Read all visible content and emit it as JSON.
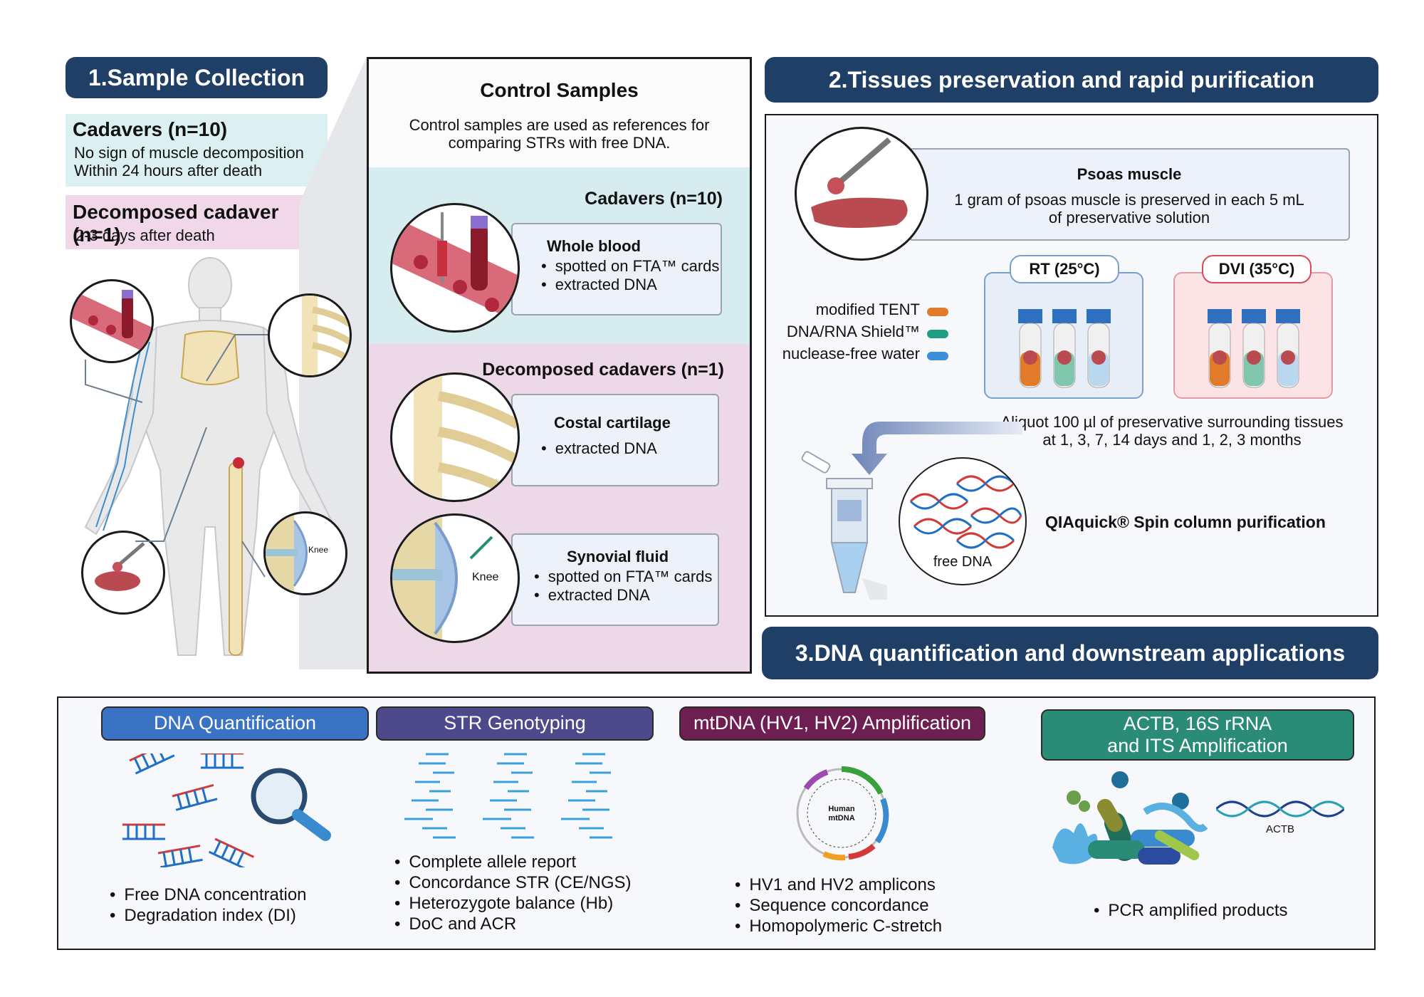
{
  "section1": {
    "title": "1.Sample Collection",
    "cadavers": {
      "heading": "Cadavers (n=10)",
      "line1": "No sign of muscle decomposition",
      "line2": "Within 24 hours after death"
    },
    "decomposed": {
      "heading": "Decomposed cadaver (n=1)",
      "line1": "2-3 days after death"
    },
    "knee_label": "Knee"
  },
  "control": {
    "title": "Control Samples",
    "desc1": "Control samples are used as references for",
    "desc2": "comparing STRs with free DNA.",
    "cadavers_heading": "Cadavers (n=10)",
    "whole_blood": {
      "title": "Whole blood",
      "items": [
        "spotted on FTA™ cards",
        "extracted DNA"
      ]
    },
    "decomposed_heading": "Decomposed cadavers (n=1)",
    "costal": {
      "title": "Costal cartilage",
      "items": [
        "extracted DNA"
      ]
    },
    "synovial": {
      "title": "Synovial fluid",
      "items": [
        "spotted on FTA™ cards",
        "extracted DNA"
      ]
    },
    "knee_label": "Knee"
  },
  "section2": {
    "title": "2.Tissues preservation and rapid purification",
    "psoas_title": "Psoas muscle",
    "psoas_line1": "1 gram of psoas muscle is preserved in each 5 mL",
    "psoas_line2": "of preservative solution",
    "rt_label": "RT (25°C)",
    "dvi_label": "DVI (35°C)",
    "legend": [
      {
        "label": "modified TENT",
        "color": "#e07b2a"
      },
      {
        "label": "DNA/RNA Shield™",
        "color": "#1f9e86"
      },
      {
        "label": "nuclease-free water",
        "color": "#3c8fd8"
      }
    ],
    "aliquot_line1": "Aliquot 100 µl of preservative surrounding tissues",
    "aliquot_line2": "at 1, 3, 7, 14 days and 1, 2, 3 months",
    "free_dna": "free DNA",
    "qiaquick": "QIAquick® Spin column purification"
  },
  "section3": {
    "title": "3.DNA quantification and downstream applications",
    "boxes": [
      {
        "title": "DNA Quantification",
        "color": "#3a72c4",
        "items": [
          "Free DNA concentration",
          "Degradation index (DI)"
        ]
      },
      {
        "title": "STR Genotyping",
        "color": "#4d4a8c",
        "items": [
          "Complete allele report",
          "Concordance STR (CE/NGS)",
          "Heterozygote balance (Hb)",
          "DoC and ACR"
        ]
      },
      {
        "title": "mtDNA (HV1, HV2) Amplification",
        "color": "#6e1f52",
        "items": [
          "HV1 and HV2 amplicons",
          "Sequence concordance",
          "Homopolymeric C-stretch"
        ]
      },
      {
        "title": "ACTB, 16S rRNA",
        "title2": "and ITS Amplification",
        "color": "#2a8c76",
        "items": [
          "PCR amplified products"
        ]
      }
    ],
    "mtdna_label1": "Human",
    "mtdna_label2": "mtDNA",
    "actb_label": "ACTB"
  }
}
